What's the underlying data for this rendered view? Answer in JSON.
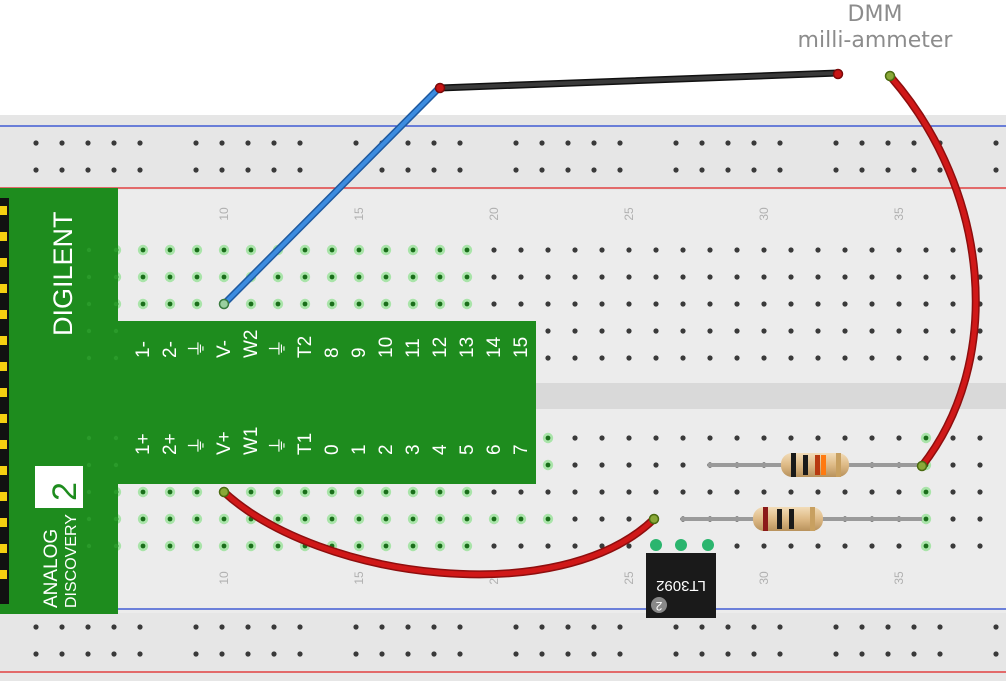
{
  "meter": {
    "line1": "DMM",
    "line2": "milli-ammeter"
  },
  "device": {
    "brand": "DIGILENT",
    "product_line1": "ANALOG",
    "product_line2": "DISCOVERY",
    "version": "2",
    "top_pins": [
      "1-",
      "2-",
      "⏚",
      "V-",
      "W2",
      "⏚",
      "T2",
      "8",
      "9",
      "10",
      "11",
      "12",
      "13",
      "14",
      "15"
    ],
    "bottom_pins": [
      "1+",
      "2+",
      "⏚",
      "V+",
      "W1",
      "⏚",
      "T1",
      "0",
      "1",
      "2",
      "3",
      "4",
      "5",
      "6",
      "7"
    ]
  },
  "breadboard": {
    "column_numbers": [
      "10",
      "15",
      "20",
      "25",
      "30",
      "35"
    ]
  },
  "chip": {
    "label": "LT3092",
    "badge": "2"
  },
  "colors": {
    "board": "#e4e4e4",
    "rail_red": "#e02020",
    "rail_blue": "#2040d0",
    "device_green": "#1e8c1e",
    "wire_red": "#c81414",
    "wire_blue": "#2b78d0",
    "wire_black": "#2a2a2a",
    "chip": "#1a1a1a"
  }
}
